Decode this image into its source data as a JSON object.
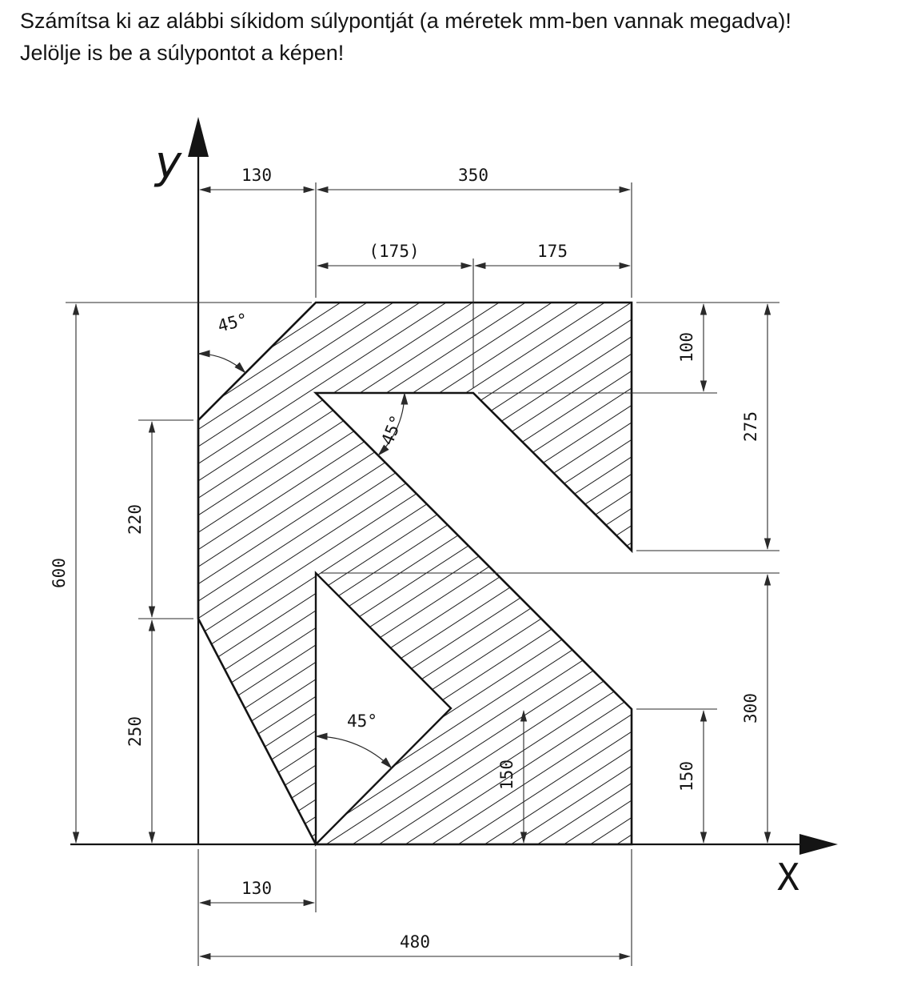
{
  "title": {
    "line1": "Számítsa ki az alábbi síkidom súlypontját (a méretek mm-ben vannak megadva)!",
    "line2": "Jelölje is be a súlypontot a képen!"
  },
  "axes": {
    "y_label": "y",
    "x_label": "X"
  },
  "dims": {
    "top_130": "130",
    "top_350": "350",
    "top_175_aux": "(175)",
    "top_175": "175",
    "right_100": "100",
    "right_275": "275",
    "right_300": "300",
    "right_150": "150",
    "inner_150": "150",
    "left_600": "600",
    "left_220": "220",
    "left_250": "250",
    "bottom_130": "130",
    "bottom_480": "480"
  },
  "angles": {
    "top": "45°",
    "middle": "45°",
    "bottom": "45°"
  },
  "drawing": {
    "ink_color": "#141414",
    "background": "#ffffff"
  }
}
